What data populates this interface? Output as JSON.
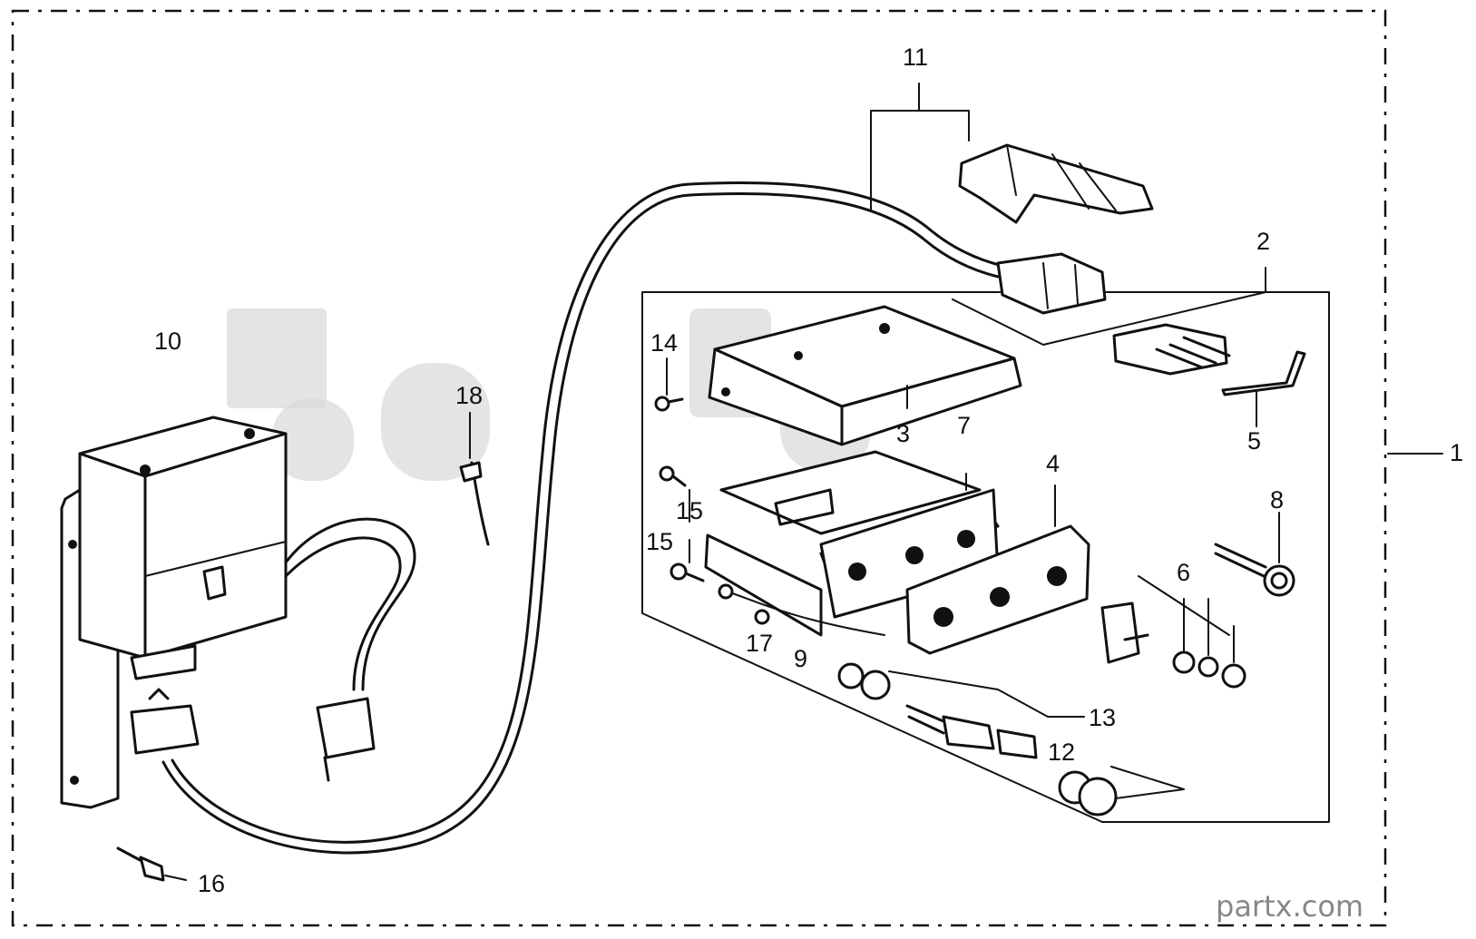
{
  "callouts": {
    "c1": "1",
    "c2": "2",
    "c3": "3",
    "c4": "4",
    "c5": "5",
    "c6": "6",
    "c7": "7",
    "c8": "8",
    "c9": "9",
    "c10": "10",
    "c11": "11",
    "c12": "12",
    "c13": "13",
    "c14": "14",
    "c15a": "15",
    "c15b": "15",
    "c16": "16",
    "c17": "17",
    "c18": "18"
  },
  "watermark": {
    "text": "partx.com"
  },
  "colors": {
    "ink": "#111111",
    "background": "#ffffff",
    "ghost_watermark": "#d9d9d9"
  }
}
